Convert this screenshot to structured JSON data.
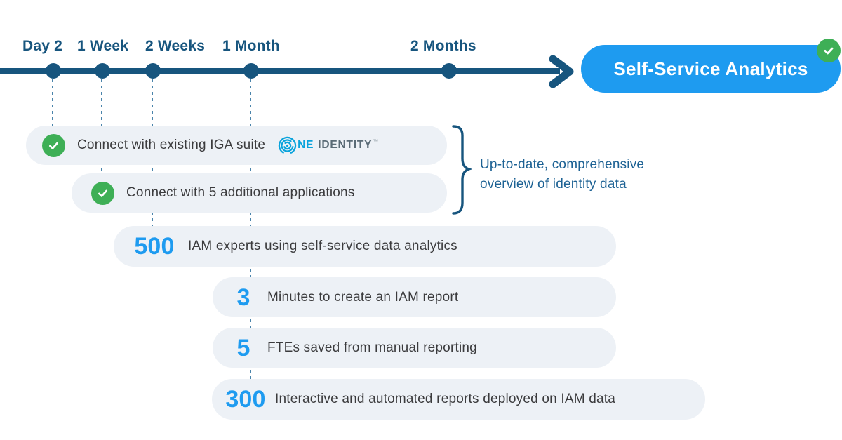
{
  "timeline": {
    "milestones": [
      {
        "label": "Day 2"
      },
      {
        "label": "1 Week"
      },
      {
        "label": "2 Weeks"
      },
      {
        "label": "1 Month"
      },
      {
        "label": "2 Months"
      }
    ],
    "cta_label": "Self-Service Analytics"
  },
  "rows": [
    {
      "icon": "check",
      "text": "Connect with existing IGA suite",
      "logo": "One Identity"
    },
    {
      "icon": "check",
      "text": "Connect with 5 additional applications"
    },
    {
      "value": "500",
      "text": "IAM experts using self-service data analytics"
    },
    {
      "value": "3",
      "text": "Minutes to create an IAM report"
    },
    {
      "value": "5",
      "text": "FTEs saved from manual reporting"
    },
    {
      "value": "300",
      "text": "Interactive and automated reports deployed on IAM data"
    }
  ],
  "annotation": {
    "line1": "Up-to-date, comprehensive",
    "line2": "overview of identity data"
  },
  "logo": {
    "ne": "NE",
    "identity": "IDENTITY",
    "tm": "™"
  },
  "colors": {
    "navy": "#17557E",
    "bright_blue": "#1E9BF0",
    "green": "#3EAF56",
    "pill_bg": "#EDF1F6",
    "dash": "#4A84AB",
    "text": "#3B3B3D",
    "annotation": "#1D6294",
    "logo_blue": "#0AA3DC",
    "logo_gray": "#5A6B76"
  }
}
